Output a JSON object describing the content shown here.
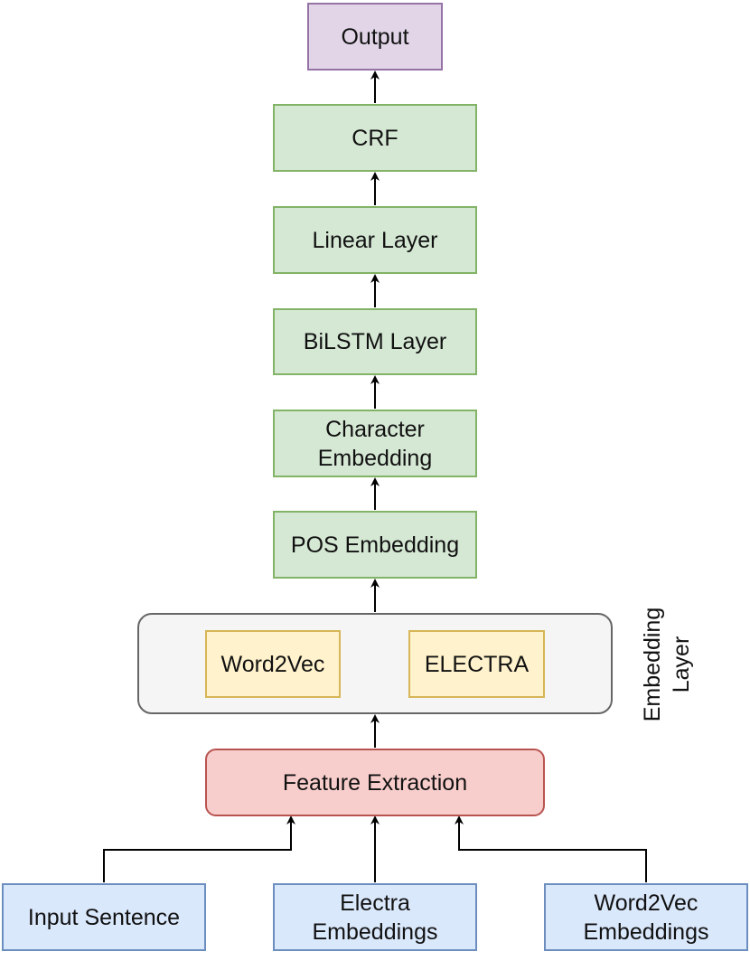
{
  "nodes": {
    "output": "Output",
    "crf": "CRF",
    "linear_layer": "Linear Layer",
    "bilstm_layer": "BiLSTM Layer",
    "character_embedding": "Character\nEmbedding",
    "pos_embedding": "POS Embedding",
    "word2vec": "Word2Vec",
    "electra": "ELECTRA",
    "feature_extraction": "Feature Extraction",
    "input_sentence": "Input Sentence",
    "electra_embeddings": "Electra\nEmbeddings",
    "word2vec_embeddings": "Word2Vec\nEmbeddings"
  },
  "embedding_layer_label": "Embedding\nLayer",
  "colors": {
    "output_fill": "#e1d5e7",
    "layer_fill": "#d5e8d4",
    "embedding_fill": "#fff2cc",
    "input_fill": "#dae8fc",
    "feature_fill": "#f8cecc",
    "container_fill": "#f5f5f5"
  }
}
